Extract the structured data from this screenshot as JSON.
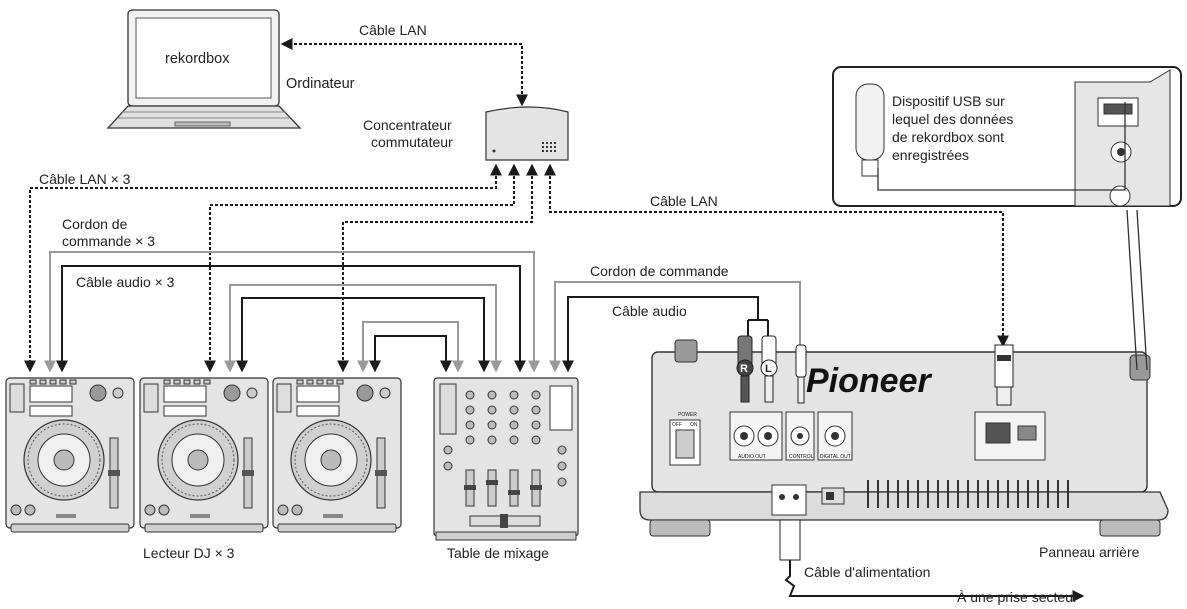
{
  "labels": {
    "rekordbox": "rekordbox",
    "ordinateur": "Ordinateur",
    "cable_lan_top": "Câble LAN",
    "concentrateur_1": "Concentrateur",
    "concentrateur_2": "commutateur",
    "cable_lan_x3": "Câble LAN × 3",
    "cordon_x3_1": "Cordon de",
    "cordon_x3_2": "commande × 3",
    "cable_audio_x3": "Câble audio × 3",
    "cable_lan_right": "Câble LAN",
    "cordon_commande": "Cordon de commande",
    "cable_audio": "Câble audio",
    "usb_1": "Dispositif USB sur",
    "usb_2": "lequel des données",
    "usb_3": "de rekordbox sont",
    "usb_4": "enregistrées",
    "lecteur": "Lecteur DJ × 3",
    "table": "Table de mixage",
    "panneau": "Panneau arrière",
    "cable_alim": "Câble d'alimentation",
    "prise": "À une prise secteur"
  },
  "device_text": {
    "brand": "Pioneer",
    "power": "POWER",
    "off": "OFF",
    "on": "ON",
    "audio_out": "AUDIO OUT",
    "control": "CONTROL",
    "digital_out": "DIGITAL OUT",
    "jack_r": "R",
    "jack_l": "L"
  },
  "colors": {
    "line_dark": "#1a1a1a",
    "line_gray": "#999999",
    "device_fill": "#e6e6e6",
    "device_stroke": "#333333"
  }
}
